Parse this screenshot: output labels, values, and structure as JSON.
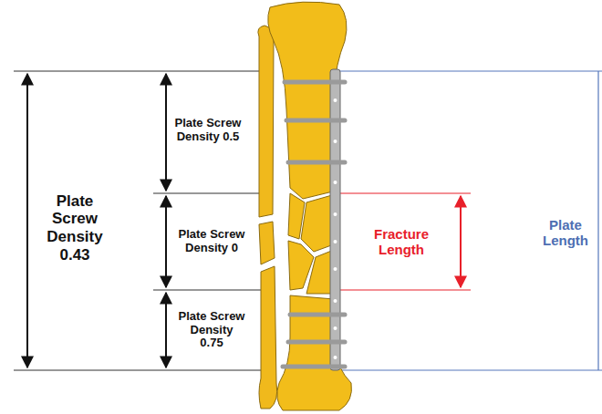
{
  "diagram": {
    "labels": [
      "Plate Screw Density 0.43",
      "Plate Screw Density 0.5",
      "Plate Screw Density 0",
      "Plate Screw Density 0.75",
      "Fracture Length",
      "Plate Length"
    ]
  }
}
